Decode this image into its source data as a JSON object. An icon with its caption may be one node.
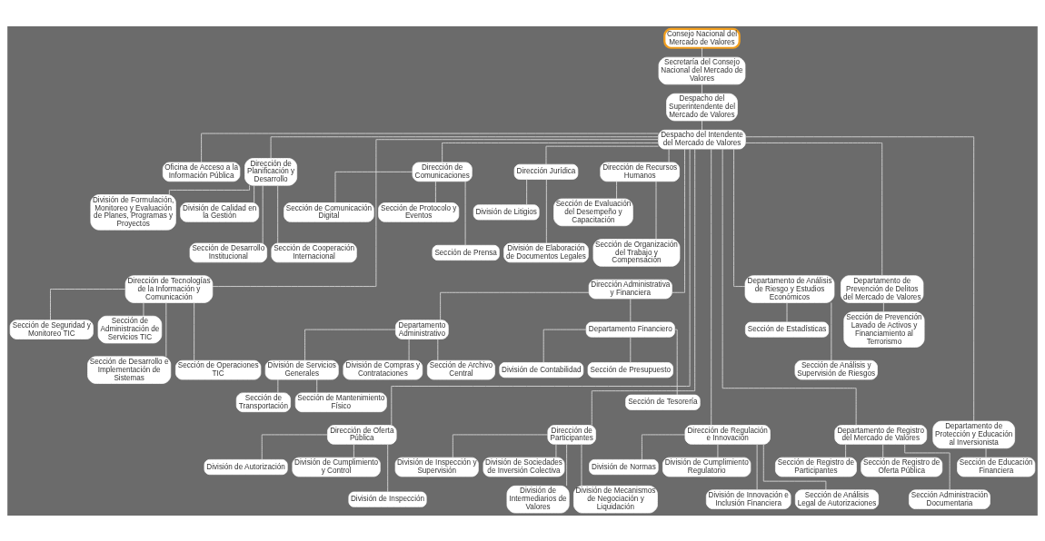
{
  "diagram": {
    "nodes": [
      {
        "text": [
          "Consejo Nacional del Mercado de Valores"
        ]
      },
      {
        "text": [
          "Secretaría del Consejo Nacional del Mercado de Valores"
        ]
      },
      {
        "text": [
          "Despacho del Superintendente del Mercado de Valores"
        ]
      },
      {
        "text": [
          "Despacho del Intendente del Mercado de Valores"
        ]
      },
      {
        "text": [
          "Oficina de Acceso a la Información Pública"
        ]
      },
      {
        "text": [
          "Dirección de Planificación y Desarrollo"
        ]
      },
      {
        "text": [
          "División de Formulación, Monitoreo y Evaluación de Planes, Programas y Proyectos"
        ]
      },
      {
        "text": [
          "División de Calidad en la Gestión"
        ]
      },
      {
        "text": [
          "Sección de Desarrollo Institucional"
        ]
      },
      {
        "text": [
          "Sección de Cooperación Internacional"
        ]
      },
      {
        "text": [
          "Dirección de Comunicaciones"
        ]
      },
      {
        "text": [
          "Sección de Comunicación Digital"
        ]
      },
      {
        "text": [
          "Sección de Protocolo y Eventos"
        ]
      },
      {
        "text": [
          "Sección de Prensa"
        ]
      },
      {
        "text": [
          "Dirección Jurídica"
        ]
      },
      {
        "text": [
          "División de Litigios"
        ]
      },
      {
        "text": [
          "División de Elaboración de Documentos Legales"
        ]
      },
      {
        "text": [
          "Dirección de Recursos Humanos"
        ]
      },
      {
        "text": [
          "Sección de Evaluación del Desempeño y Capacitación"
        ]
      },
      {
        "text": [
          "Sección de Organización del Trabajo y Compensación"
        ]
      },
      {
        "text": [
          "Dirección de Tecnologías de la Información y Comunicación"
        ]
      },
      {
        "text": [
          "Sección de Seguridad y Monitoreo TIC"
        ]
      },
      {
        "text": [
          "Sección de Administración de Servicios TIC"
        ]
      },
      {
        "text": [
          "Sección de Desarrollo e Implementación de Sistemas"
        ]
      },
      {
        "text": [
          "Sección de Operaciones TIC"
        ]
      },
      {
        "text": [
          "Dirección Administrativa y Financiera"
        ]
      },
      {
        "text": [
          "Departamento Administrativo"
        ]
      },
      {
        "text": [
          "División de Servicios Generales"
        ]
      },
      {
        "text": [
          "División de Compras y Contrataciones"
        ]
      },
      {
        "text": [
          "Sección de Transportación"
        ]
      },
      {
        "text": [
          "Sección de Mantenimiento Físico"
        ]
      },
      {
        "text": [
          "Sección de Archivo Central"
        ]
      },
      {
        "text": [
          "Departamento Financiero"
        ]
      },
      {
        "text": [
          "División de Contabilidad"
        ]
      },
      {
        "text": [
          "Sección de Presupuesto"
        ]
      },
      {
        "text": [
          "Sección de Tesorería"
        ]
      },
      {
        "text": [
          "Dirección de Oferta Pública"
        ]
      },
      {
        "text": [
          "División de Autorización"
        ]
      },
      {
        "text": [
          "División de Cumplimiento y Control"
        ]
      },
      {
        "text": [
          "División de Inspección"
        ]
      },
      {
        "text": [
          "Dirección de Participantes"
        ]
      },
      {
        "text": [
          "División de Inspección y Supervisión"
        ]
      },
      {
        "text": [
          "División de Sociedades de Inversión Colectiva"
        ]
      },
      {
        "text": [
          "División de Intermediarios de Valores"
        ]
      },
      {
        "text": [
          "División de Mecanismos de Negociación y Liquidación"
        ]
      },
      {
        "text": [
          "Dirección de Regulación e Innovación"
        ]
      },
      {
        "text": [
          "División de Normas"
        ]
      },
      {
        "text": [
          "División de Cumplimiento Regulatorio"
        ]
      },
      {
        "text": [
          "División de Innovación e Inclusión Financiera"
        ]
      },
      {
        "text": [
          "Sección de Análisis Legal de Autorizaciones"
        ]
      },
      {
        "text": [
          "Departamento de Registro del Mercado de Valores"
        ]
      },
      {
        "text": [
          "Sección de Registro de Participantes"
        ]
      },
      {
        "text": [
          "Sección de Registro de Oferta Pública"
        ]
      },
      {
        "text": [
          "Sección Administración Documentaria"
        ]
      },
      {
        "text": [
          "Departamento de Análisis de Riesgo y Estudios Económicos"
        ]
      },
      {
        "text": [
          "Sección de Estadísticas"
        ]
      },
      {
        "text": [
          "Sección de Análisis y Supervisión de Riesgos"
        ]
      },
      {
        "text": [
          "Departamento de Prevención de Delitos del Mercado de Valores"
        ]
      },
      {
        "text": [
          "Sección de Prevención Lavado de Activos y Financiamiento al Terrorismo"
        ]
      },
      {
        "text": [
          "Departamento de Protección y Educación al Inversionista"
        ]
      },
      {
        "text": [
          "Sección de Educación Financiera"
        ]
      }
    ],
    "edges": [
      {
        "from": 0,
        "to": 1,
        "arrow": "none"
      },
      {
        "from": 1,
        "to": 2,
        "arrow": "none"
      },
      {
        "from": 2,
        "to": 3,
        "arrow": "none"
      },
      {
        "from": 3,
        "to": 4,
        "arrow": "none"
      },
      {
        "from": 3,
        "to": 5,
        "arrow": "none"
      },
      {
        "from": 5,
        "to": 6,
        "arrow": "none"
      },
      {
        "from": 5,
        "to": 7,
        "arrow": "none"
      },
      {
        "from": 5,
        "to": 8,
        "arrow": "none"
      },
      {
        "from": 5,
        "to": 9,
        "arrow": "none"
      },
      {
        "from": 3,
        "to": 10,
        "arrow": "none"
      },
      {
        "from": 10,
        "to": 11,
        "arrow": "none"
      },
      {
        "from": 10,
        "to": 12,
        "arrow": "none"
      },
      {
        "from": 10,
        "to": 13,
        "arrow": "none"
      },
      {
        "from": 3,
        "to": 14,
        "arrow": "none"
      },
      {
        "from": 14,
        "to": 15,
        "arrow": "none"
      },
      {
        "from": 14,
        "to": 16,
        "arrow": "none"
      },
      {
        "from": 3,
        "to": 17,
        "arrow": "none"
      },
      {
        "from": 17,
        "to": 18,
        "arrow": "none"
      },
      {
        "from": 17,
        "to": 19,
        "arrow": "none"
      },
      {
        "from": 3,
        "to": 20,
        "arrow": "none"
      },
      {
        "from": 20,
        "to": 21,
        "arrow": "none"
      },
      {
        "from": 20,
        "to": 22,
        "arrow": "none"
      },
      {
        "from": 20,
        "to": 23,
        "arrow": "none"
      },
      {
        "from": 20,
        "to": 24,
        "arrow": "none"
      },
      {
        "from": 3,
        "to": 25,
        "arrow": "none"
      },
      {
        "from": 25,
        "to": 26,
        "arrow": "none"
      },
      {
        "from": 26,
        "to": 27,
        "arrow": "none"
      },
      {
        "from": 26,
        "to": 28,
        "arrow": "none"
      },
      {
        "from": 27,
        "to": 29,
        "arrow": "none"
      },
      {
        "from": 27,
        "to": 30,
        "arrow": "none"
      },
      {
        "from": 26,
        "to": 31,
        "arrow": "none"
      },
      {
        "from": 25,
        "to": 32,
        "arrow": "none"
      },
      {
        "from": 32,
        "to": 33,
        "arrow": "none"
      },
      {
        "from": 32,
        "to": 34,
        "arrow": "none"
      },
      {
        "from": 32,
        "to": 35,
        "arrow": "none"
      },
      {
        "from": 3,
        "to": 36,
        "arrow": "none"
      },
      {
        "from": 36,
        "to": 37,
        "arrow": "none"
      },
      {
        "from": 36,
        "to": 38,
        "arrow": "none"
      },
      {
        "from": 36,
        "to": 39,
        "arrow": "none"
      },
      {
        "from": 3,
        "to": 40,
        "arrow": "none"
      },
      {
        "from": 40,
        "to": 41,
        "arrow": "none"
      },
      {
        "from": 40,
        "to": 42,
        "arrow": "none"
      },
      {
        "from": 40,
        "to": 43,
        "arrow": "none"
      },
      {
        "from": 40,
        "to": 44,
        "arrow": "none"
      },
      {
        "from": 3,
        "to": 45,
        "arrow": "none"
      },
      {
        "from": 45,
        "to": 46,
        "arrow": "none"
      },
      {
        "from": 45,
        "to": 47,
        "arrow": "none"
      },
      {
        "from": 45,
        "to": 48,
        "arrow": "none"
      },
      {
        "from": 45,
        "to": 49,
        "arrow": "none"
      },
      {
        "from": 3,
        "to": 50,
        "arrow": "none"
      },
      {
        "from": 50,
        "to": 51,
        "arrow": "none"
      },
      {
        "from": 50,
        "to": 52,
        "arrow": "none"
      },
      {
        "from": 50,
        "to": 53,
        "arrow": "none"
      },
      {
        "from": 3,
        "to": 54,
        "arrow": "none"
      },
      {
        "from": 54,
        "to": 55,
        "arrow": "none"
      },
      {
        "from": 54,
        "to": 56,
        "arrow": "none"
      },
      {
        "from": 3,
        "to": 57,
        "arrow": "none"
      },
      {
        "from": 57,
        "to": 58,
        "arrow": "none"
      },
      {
        "from": 3,
        "to": 59,
        "arrow": "none"
      },
      {
        "from": 59,
        "to": 60,
        "arrow": "none"
      }
    ]
  }
}
